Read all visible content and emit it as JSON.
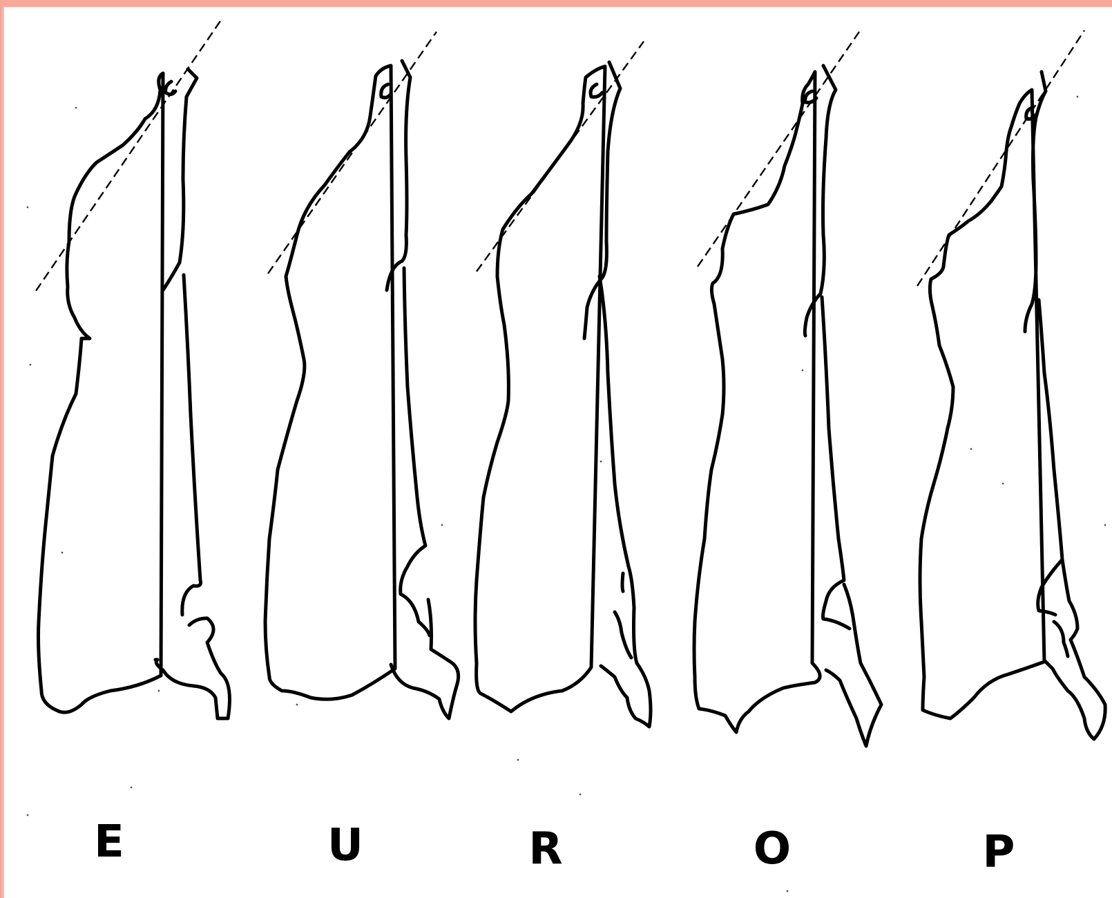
{
  "grades": [
    {
      "letter": "E"
    },
    {
      "letter": "U"
    },
    {
      "letter": "R"
    },
    {
      "letter": "O"
    },
    {
      "letter": "P"
    }
  ],
  "colors": {
    "frame": "#f8a898",
    "background": "#ffffff",
    "ink": "#000000"
  }
}
